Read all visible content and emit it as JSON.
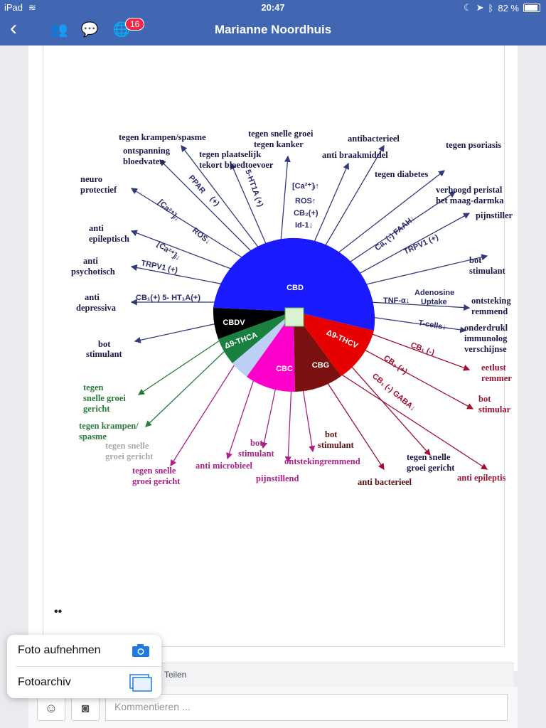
{
  "status": {
    "device": "iPad",
    "time": "20:47",
    "battery": "82 %"
  },
  "nav": {
    "title": "Marianne Noordhuis",
    "badge": "16"
  },
  "colors": {
    "brand": "#4267b2",
    "badge": "#f02849",
    "cbd": "#1a1aff",
    "thcv": "#e60000",
    "cbc": "#ff00cc",
    "cbg": "#7a1010",
    "thca": "#1a8040",
    "cbdv": "#000000"
  },
  "diagram": {
    "segments": [
      "CBD",
      "CBDV",
      "Δ9-THCA",
      "CBC",
      "CBG",
      "Δ9-THCV"
    ],
    "top_labels": [
      "tegen krampen/spasme",
      "ontspanning",
      "bloedvaten",
      "tegen plaatselijk",
      "tekort bloedtoevoer",
      "tegen snelle groei",
      "tegen kanker",
      "antibacterieel",
      "anti braakmiddel",
      "tegen diabetes",
      "tegen psoriasis"
    ],
    "left_labels": [
      "neuro",
      "protectief",
      "anti",
      "epileptisch",
      "anti",
      "psychotisch",
      "anti",
      "depressiva",
      "bot",
      "stimulant"
    ],
    "right_labels": [
      "verhoogd peristal",
      "het maag-darmka",
      "pijnstiller",
      "bot",
      "stimulant",
      "ontsteking",
      "remmend",
      "onderdrukl",
      "immunolog",
      "verschijnse",
      "eetlust",
      "remmer",
      "bot",
      "stimular",
      "tegen snelle",
      "groei gericht",
      "anti epileptis"
    ],
    "bottom_labels": [
      "tegen",
      "snelle groei",
      "gericht",
      "tegen krampen/",
      "spasme",
      "tegen snelle",
      "groei gericht",
      "tegen snelle",
      "groei gericht",
      "anti microbieel",
      "bot",
      "stimulant",
      "pijnstillend",
      "ontstekingremmend",
      "bot",
      "stimulant",
      "anti bacterieel"
    ],
    "receptor_labels": [
      "PPAR",
      "(+)",
      "[Ca²⁺]ᵢ↓",
      "ROS↓",
      "5-HT1A (+)",
      "[Ca²⁺]ᵢ↑",
      "ROS↑",
      "CB₂(+)",
      "Id-1↓",
      "Ca, (-) FAAH↓",
      "TRPV1 (+)",
      "[Ca²⁺]ᵢ↓",
      "TRPV1 (+)",
      "CB₁(+) 5- HT₁A(+)",
      "Adenosine",
      "Uptake",
      "TNF-α↓",
      "T-cells↓",
      "CB₁ (-)",
      "CB₂ (+)",
      "CB₁ (-) GABA↓"
    ]
  },
  "post": {
    "dots": "••",
    "share": "Teilen"
  },
  "comment": {
    "placeholder": "Kommentieren ..."
  },
  "popup": {
    "take_photo": "Foto aufnehmen",
    "photo_library": "Fotoarchiv"
  }
}
